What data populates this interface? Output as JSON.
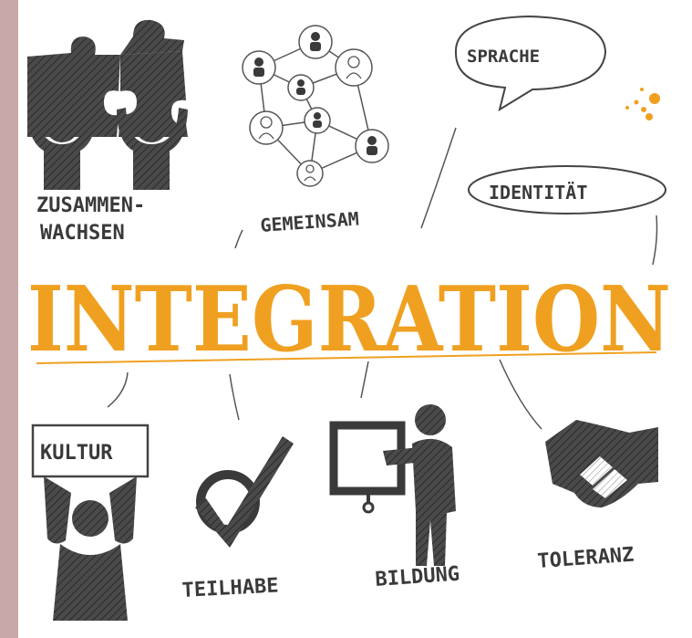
{
  "title": "INTEGRATION",
  "keywords": {
    "zusammenwachsen_1": "ZUSAMMEN-",
    "zusammenwachsen_2": "WACHSEN",
    "gemeinsam": "GEMEINSAM",
    "sprache": "SPRACHE",
    "identitaet": "IDENTITÄT",
    "kultur": "KULTUR",
    "teilhabe": "TEILHABE",
    "bildung": "BILDUNG",
    "toleranz": "TOLERANZ"
  },
  "colors": {
    "accent": "#f0a020",
    "ink": "#3a3a3a",
    "sidebar": "#c8a8a8"
  },
  "icons": [
    "puzzle-person-icon",
    "network-people-icon",
    "speech-bubble-icon",
    "sign-person-icon",
    "checkmark-icon",
    "presentation-board-icon",
    "handshake-icon"
  ]
}
